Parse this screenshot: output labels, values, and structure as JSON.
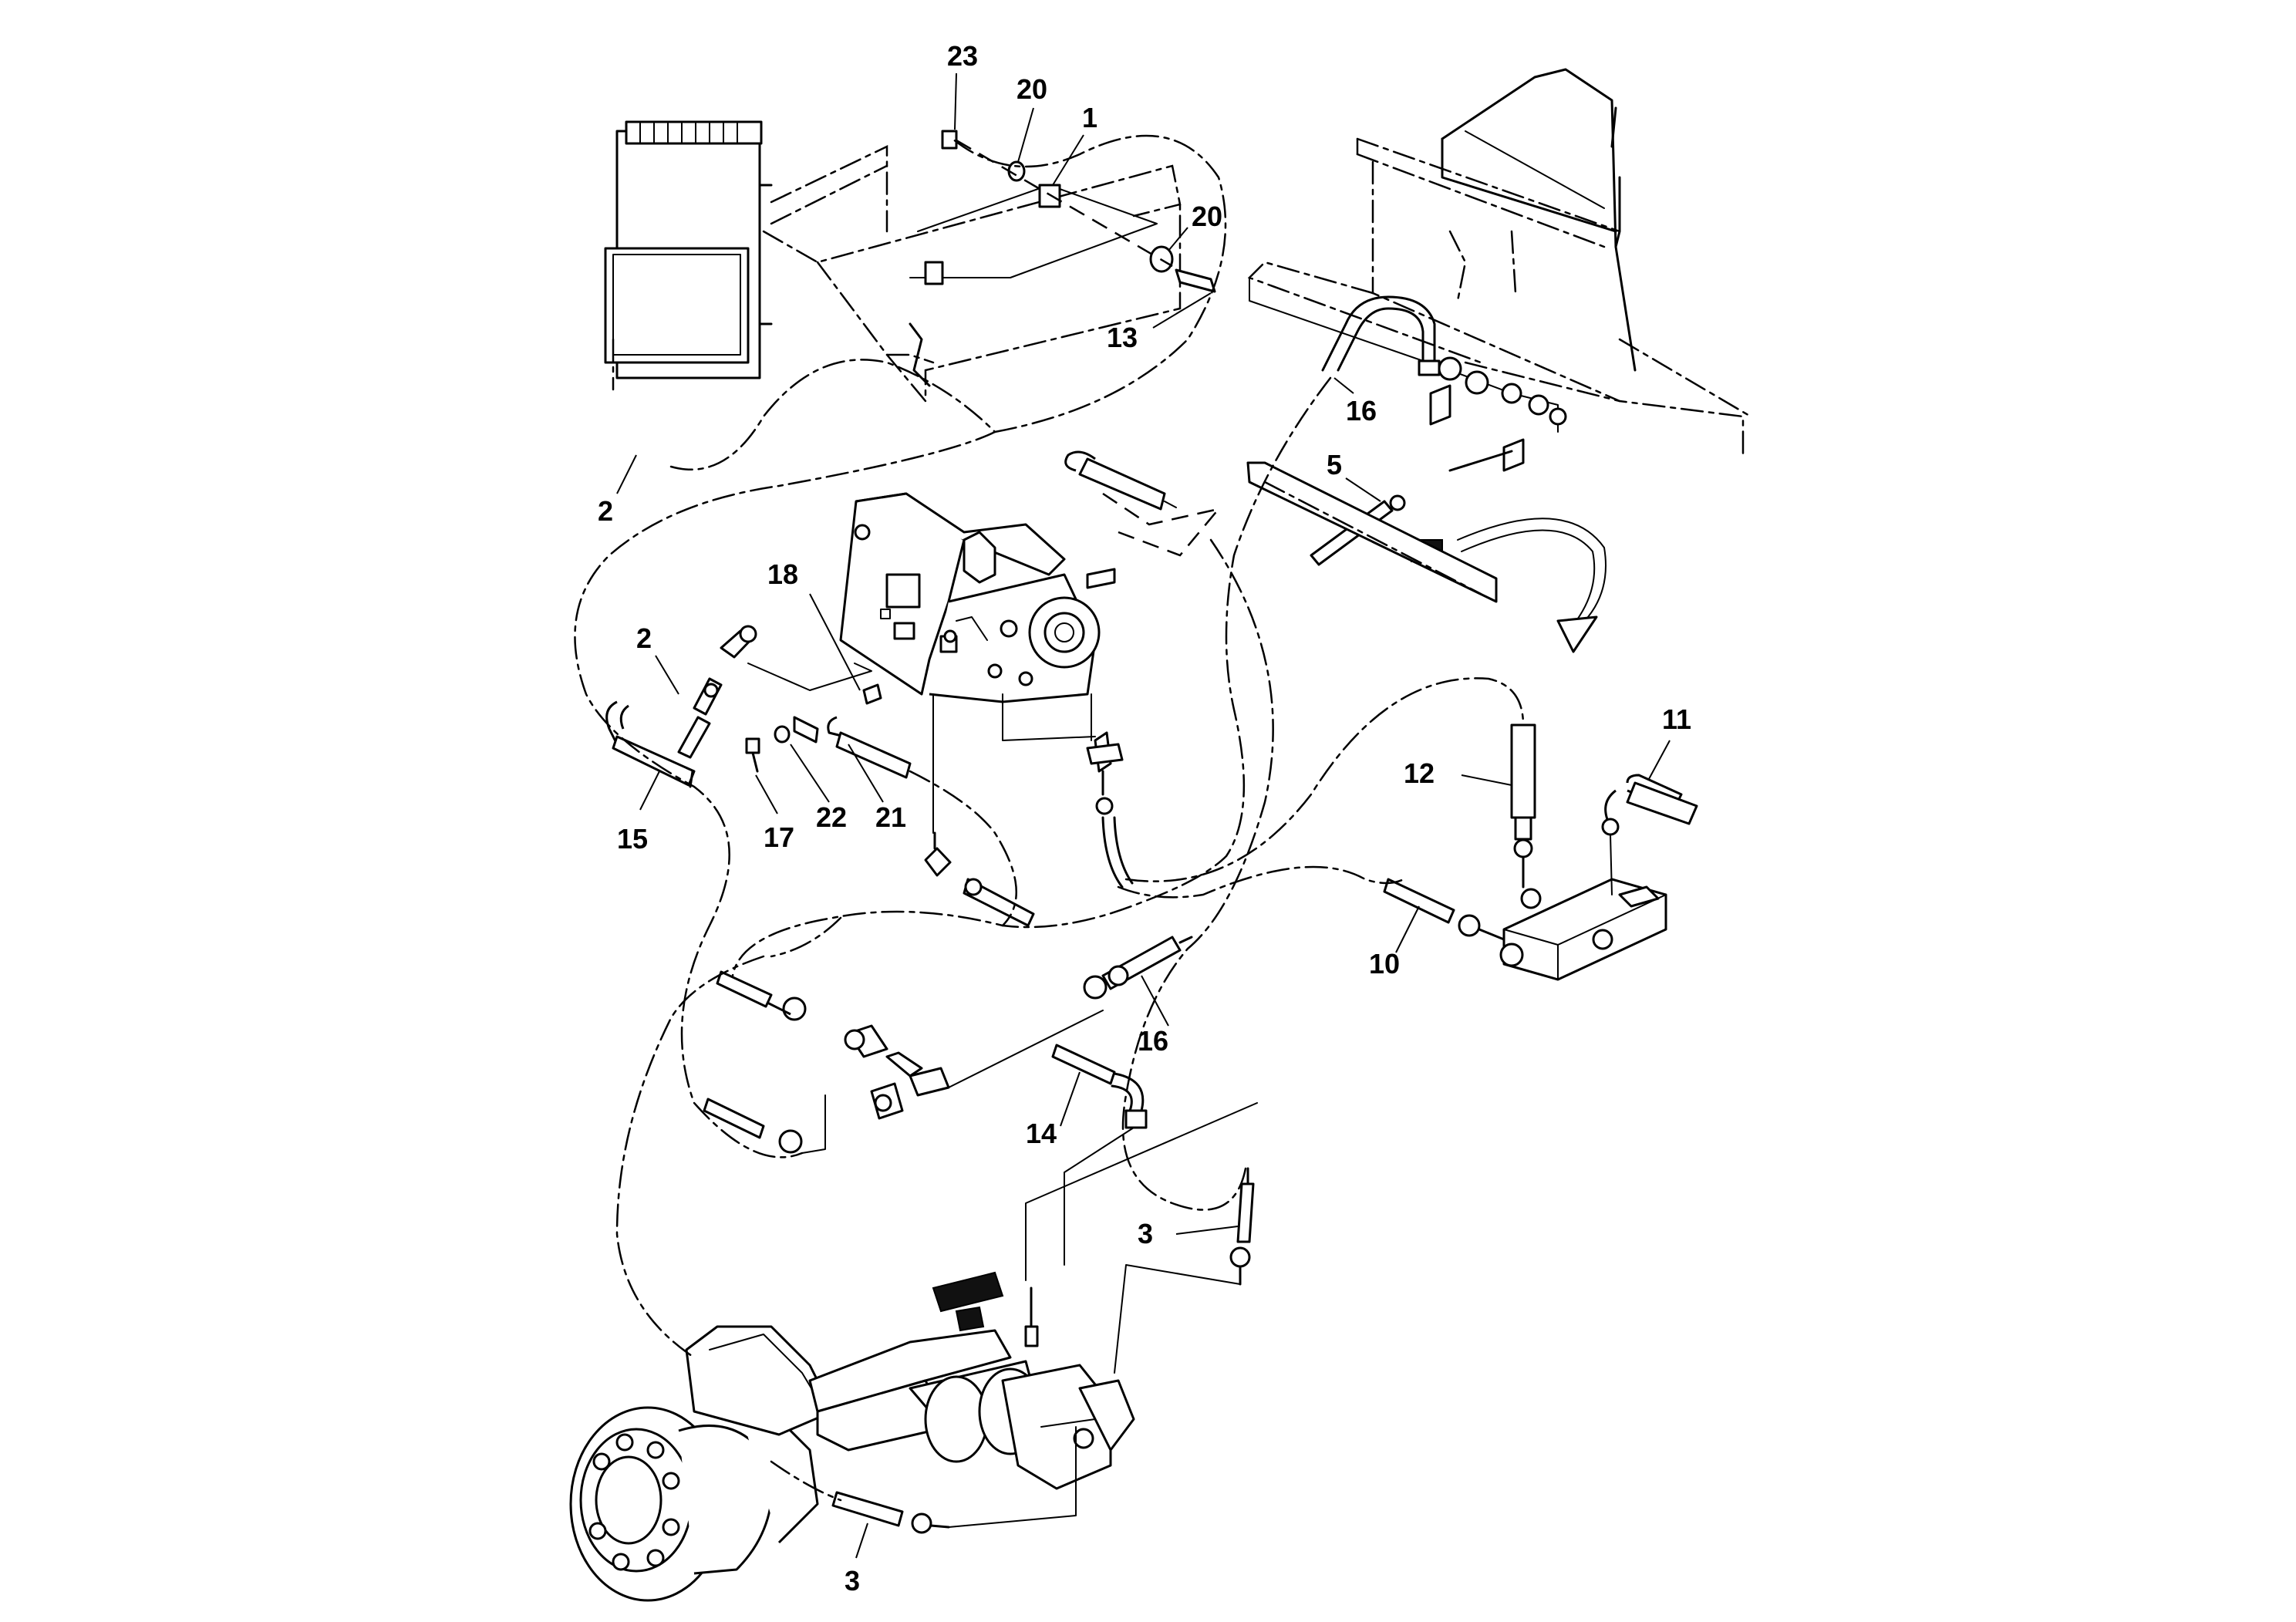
{
  "callouts": {
    "c23": "23",
    "c20a": "20",
    "c1": "1",
    "c20b": "20",
    "c13": "13",
    "c2a": "2",
    "c16a": "16",
    "c5": "5",
    "c18": "18",
    "c2b": "2",
    "c15": "15",
    "c17": "17",
    "c22": "22",
    "c21": "21",
    "c12": "12",
    "c11": "11",
    "c10": "10",
    "c16b": "16",
    "c14": "14",
    "c3a": "3",
    "c3b": "3"
  }
}
